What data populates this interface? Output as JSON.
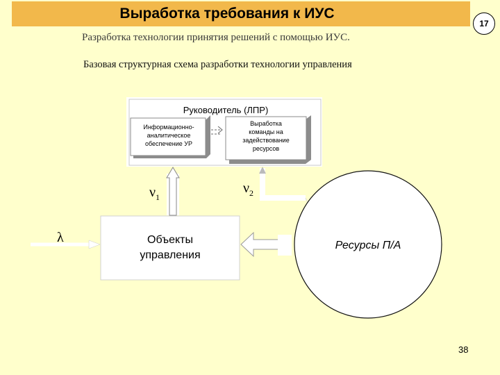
{
  "header": {
    "title": "Выработка требования к ИУС",
    "slide_badge": "17"
  },
  "subtitle": "Разработка технологии принятия решений с помощью ИУС.",
  "caption": "Базовая структурная схема разработки технологии управления",
  "diagram": {
    "manager_box_label": "Руководитель (ЛПР)",
    "info_box_lines": [
      "Информационно-",
      "аналитическое",
      "обеспечение УР"
    ],
    "command_box_lines": [
      "Выработка",
      "команды на",
      "задействование",
      "ресурсов"
    ],
    "objects_lines": [
      "Объекты",
      "управления"
    ],
    "resources_label": "Ресурсы П/А",
    "nu1_label": "ν",
    "nu1_sub": "1",
    "nu2_label": "ν",
    "nu2_sub": "2",
    "lambda_label": "λ"
  },
  "page_number": "38"
}
